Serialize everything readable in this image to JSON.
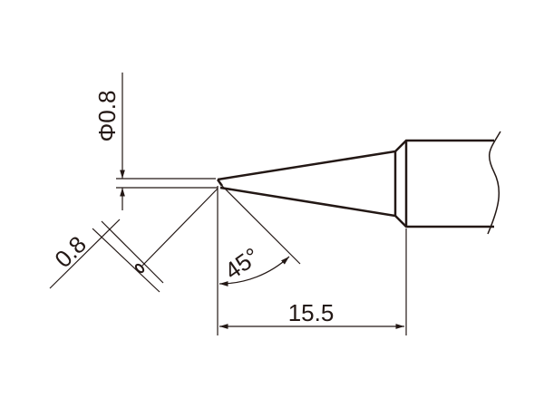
{
  "diagram": {
    "labels": {
      "diameter": "Φ0.8",
      "width": "0.8",
      "angle": "45°",
      "length": "15.5"
    },
    "line_color": "#231815"
  }
}
